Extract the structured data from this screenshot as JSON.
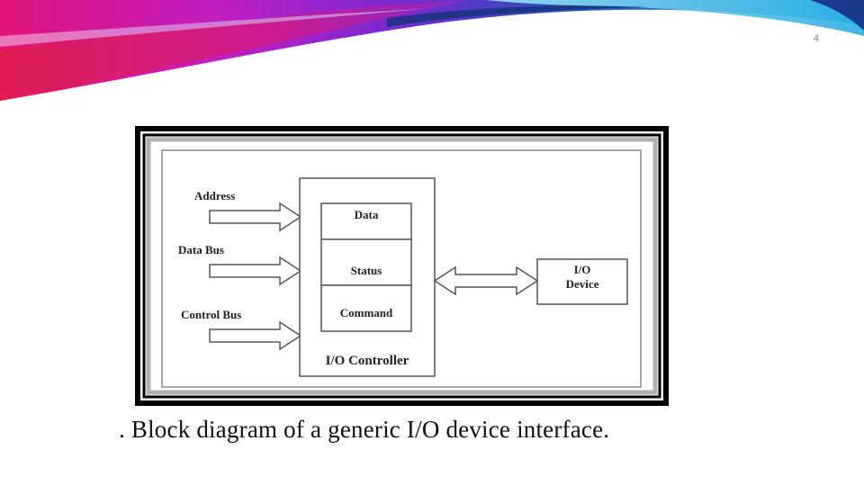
{
  "slide": {
    "number": "4",
    "caption": ". Block diagram of a generic I/O device interface."
  },
  "diagram": {
    "inputs": [
      {
        "label": "Address"
      },
      {
        "label": "Data Bus"
      },
      {
        "label": "Control Bus"
      }
    ],
    "controller": {
      "title": "I/O Controller",
      "registers": [
        "Data",
        "Status",
        "Command"
      ]
    },
    "device": {
      "line1": "I/O",
      "line2": "Device"
    }
  },
  "colors": {
    "banner_magenta": "#e0147a",
    "banner_purple": "#7a2ad0",
    "banner_cyan": "#2fb7e6",
    "banner_navy": "#14327a",
    "frame_black": "#000000",
    "line_gray": "#555555"
  }
}
